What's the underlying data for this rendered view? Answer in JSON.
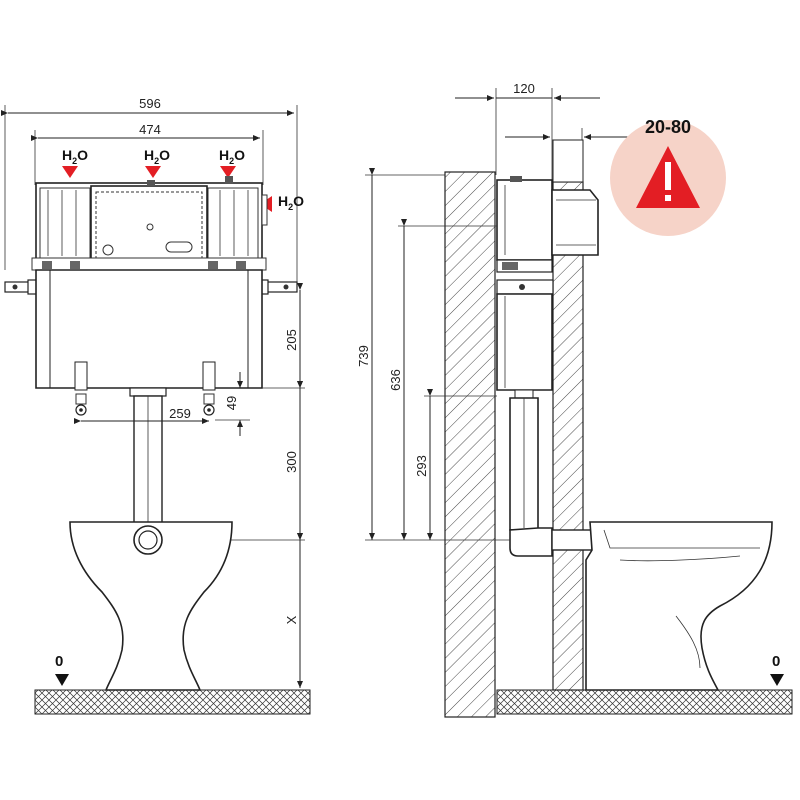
{
  "front_view": {
    "dim_total_width": "596",
    "dim_inner_width": "474",
    "dim_fixing_height": "205",
    "dim_bolt_spacing": "259",
    "dim_bolt_offset": "49",
    "dim_outlet_height": "300",
    "dim_variable": "X",
    "inlet_labels": [
      "H",
      "H",
      "H",
      "H"
    ],
    "inlet_subscripts": [
      "2",
      "2",
      "2",
      "2"
    ],
    "inlet_suffix": "O",
    "floor_level": "0"
  },
  "side_view": {
    "dim_depth": "120",
    "dim_cistern_height": "739",
    "dim_mid_height": "636",
    "dim_bottom_height": "293",
    "wall_range": "20-80",
    "floor_level": "0"
  },
  "colors": {
    "warning_circle": "#f6d3c8",
    "warning_triangle": "#e31e24",
    "arrow_marker": "#e31e24"
  }
}
